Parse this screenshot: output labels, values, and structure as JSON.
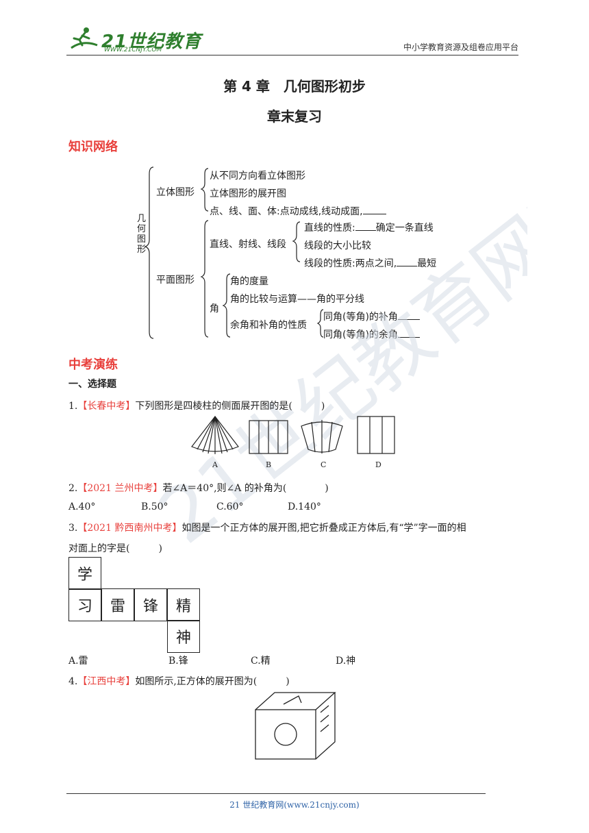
{
  "header": {
    "logo_main": "21世纪教育",
    "logo_sub": "WWW.21CNJY.COM",
    "right_text": "中小学教育资源及组卷应用平台"
  },
  "chapter_title": "第 4 章　几何图形初步",
  "subtitle": "章末复习",
  "section1": "知识网络",
  "network": {
    "root": "几何图形",
    "solid": "立体图形",
    "solid_items": [
      "从不同方向看立体图形",
      "立体图形的展开图",
      "点、线、面、体:点动成线,线动成面,"
    ],
    "plane": "平面图形",
    "line_group": "直线、射线、线段",
    "line_items": [
      "直线的性质:",
      "确定一条直线",
      "线段的大小比较",
      "线段的性质:两点之间,",
      "最短"
    ],
    "angle": "角",
    "angle_items": [
      "角的度量",
      "角的比较与运算——角的平分线",
      "余角和补角的性质"
    ],
    "comp_items": [
      "同角(等角)的补角",
      "同角(等角)的余角"
    ]
  },
  "section2": "中考演练",
  "part1": "一、选择题",
  "q1": {
    "num": "1.",
    "src": "【长春中考】",
    "text": "下列图形是四棱柱的侧面展开图的是(　　　)",
    "labels": [
      "A",
      "B",
      "C",
      "D"
    ]
  },
  "q2": {
    "num": "2.",
    "src": "【2021 兰州中考】",
    "text": "若∠A＝40°,则∠A 的补角为(　　　　)",
    "options": [
      "A.40°",
      "B.50°",
      "C.60°",
      "D.140°"
    ]
  },
  "q3": {
    "num": "3.",
    "src": "【2021 黔西南州中考】",
    "text": "如图是一个正方体的展开图,把它折叠成正方体后,有“学”字一面的相",
    "text2": "对面上的字是(　　　)",
    "cells": [
      "学",
      "习",
      "雷",
      "锋",
      "精",
      "神"
    ],
    "options": [
      "A.雷",
      "B.锋",
      "C.精",
      "D.神"
    ]
  },
  "q4": {
    "num": "4.",
    "src": "【江西中考】",
    "text": "如图所示,正方体的展开图为(　　　)"
  },
  "footer": "21 世纪教育网(www.21cnjy.com)"
}
